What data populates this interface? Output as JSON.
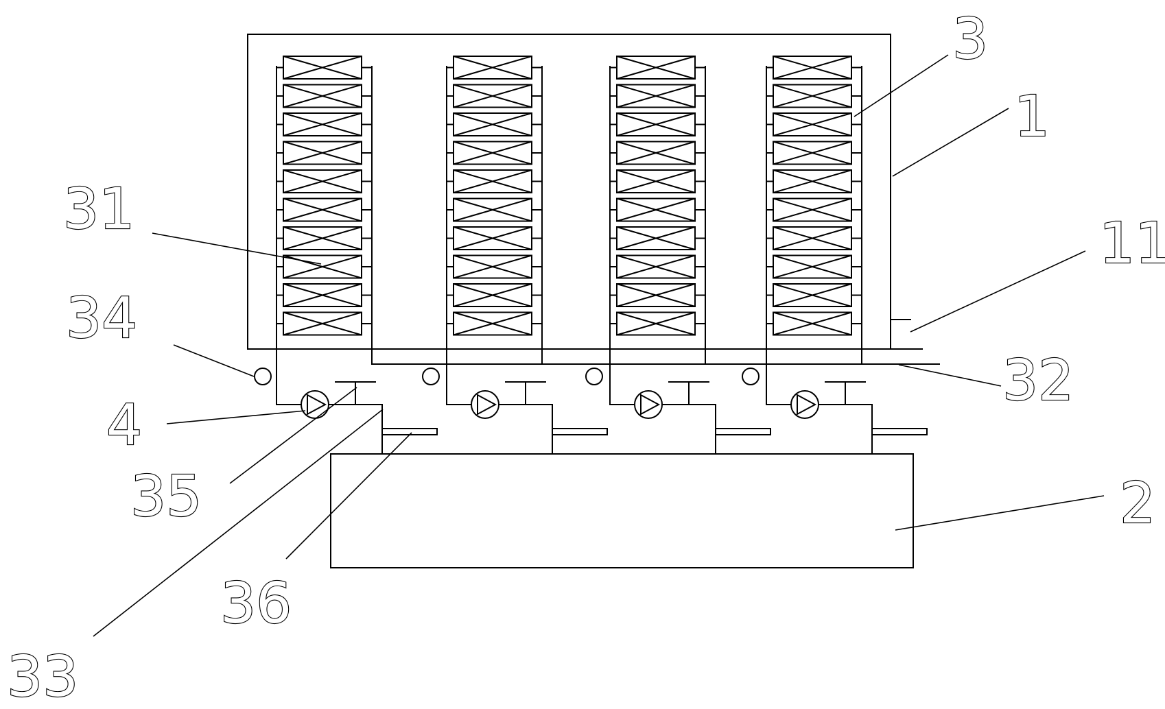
{
  "labels": {
    "l3": "3",
    "l1": "1",
    "l31": "31",
    "l11": "11",
    "l34": "34",
    "l32": "32",
    "l4": "4",
    "l35": "35",
    "l2": "2",
    "l36": "36",
    "l33": "33"
  },
  "structure": {
    "stack_count": 4,
    "modules_per_stack": 10
  },
  "colors": {
    "line": "#000000",
    "background": "#ffffff"
  }
}
